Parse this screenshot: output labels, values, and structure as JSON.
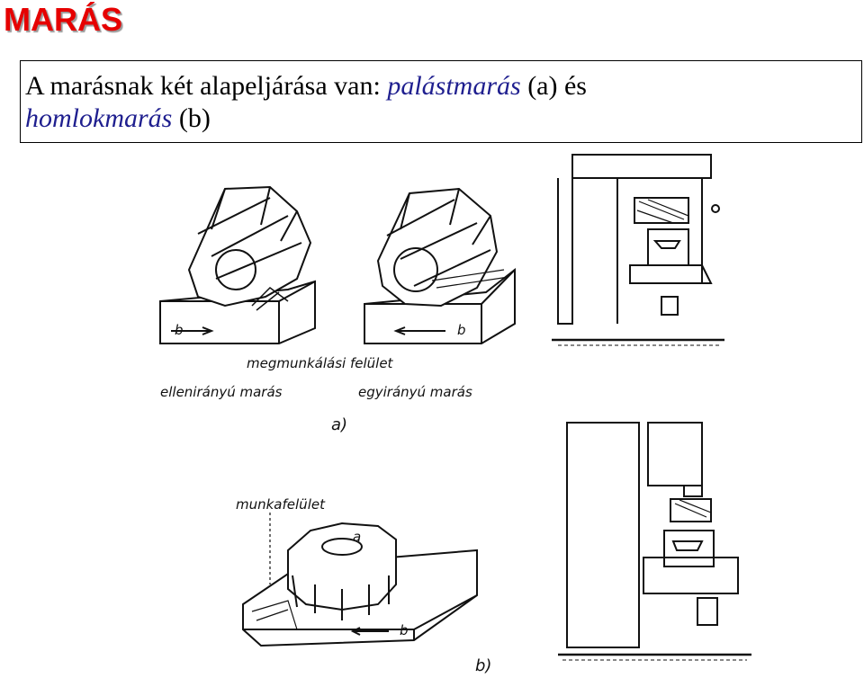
{
  "slide": {
    "title": "MARÁS",
    "intro_text": "A marásnak két alapeljárása van:",
    "term_a": "palástmarás",
    "term_a_suffix": "(a) és",
    "term_b": "homlokmarás",
    "term_b_suffix": "(b)"
  },
  "figure": {
    "label_surface": "megmunkálási felület",
    "label_counter": "ellenirányú marás",
    "label_same": "egyirányú marás",
    "label_a": "a)",
    "label_work": "munkafelület",
    "label_b": "b)",
    "feed_label": "b",
    "cutter_label": "a"
  },
  "colors": {
    "title": "#e60000",
    "highlight": "#1f1f8f",
    "ink": "#111111"
  }
}
